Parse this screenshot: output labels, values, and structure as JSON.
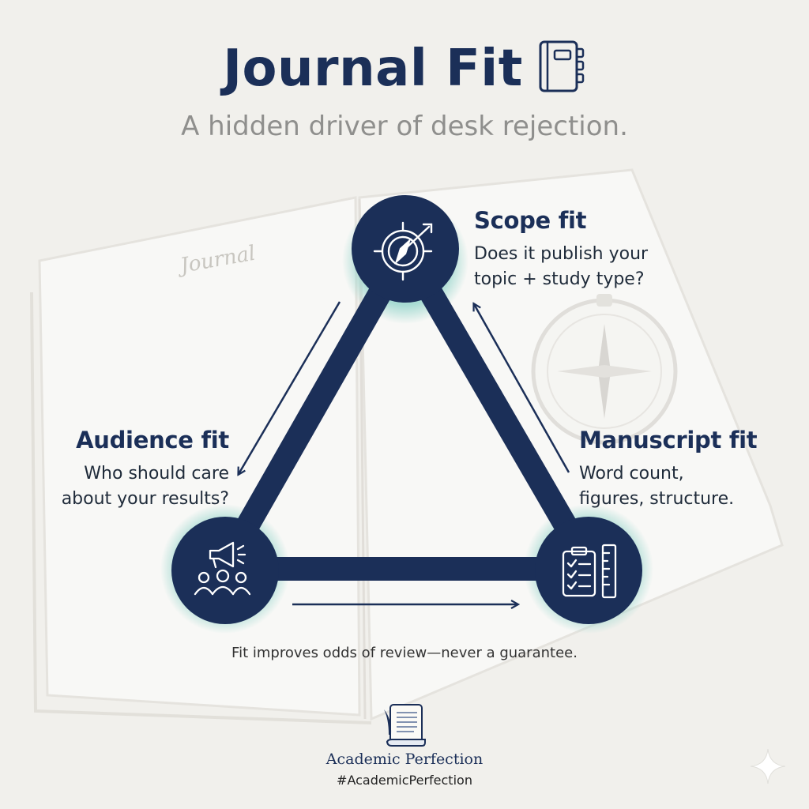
{
  "header": {
    "title": "Journal Fit",
    "subtitle": "A hidden driver of desk rejection.",
    "title_icon": "journal-icon"
  },
  "background": {
    "book_label": "Journal",
    "objects": [
      "open-journal",
      "compass"
    ]
  },
  "nodes": {
    "scope": {
      "title": "Scope fit",
      "description": "Does it publish your\ntopic + study type?",
      "icon": "target-compass-icon"
    },
    "audience": {
      "title": "Audience fit",
      "description": "Who should care\nabout your results?",
      "icon": "megaphone-people-icon"
    },
    "manuscript": {
      "title": "Manuscript fit",
      "description": "Word count,\nfigures, structure.",
      "icon": "checklist-ruler-icon"
    }
  },
  "footnote": "Fit improves odds of review—never a guarantee.",
  "brand": {
    "name": "Academic Perfection",
    "hashtag": "#AcademicPerfection",
    "logo_icon": "scroll-quill-icon"
  },
  "colors": {
    "navy": "#1b2f58",
    "teal_glow": "#9fd8cf",
    "background": "#f1f0ec",
    "subtitle_gray": "#8f8f8d"
  }
}
